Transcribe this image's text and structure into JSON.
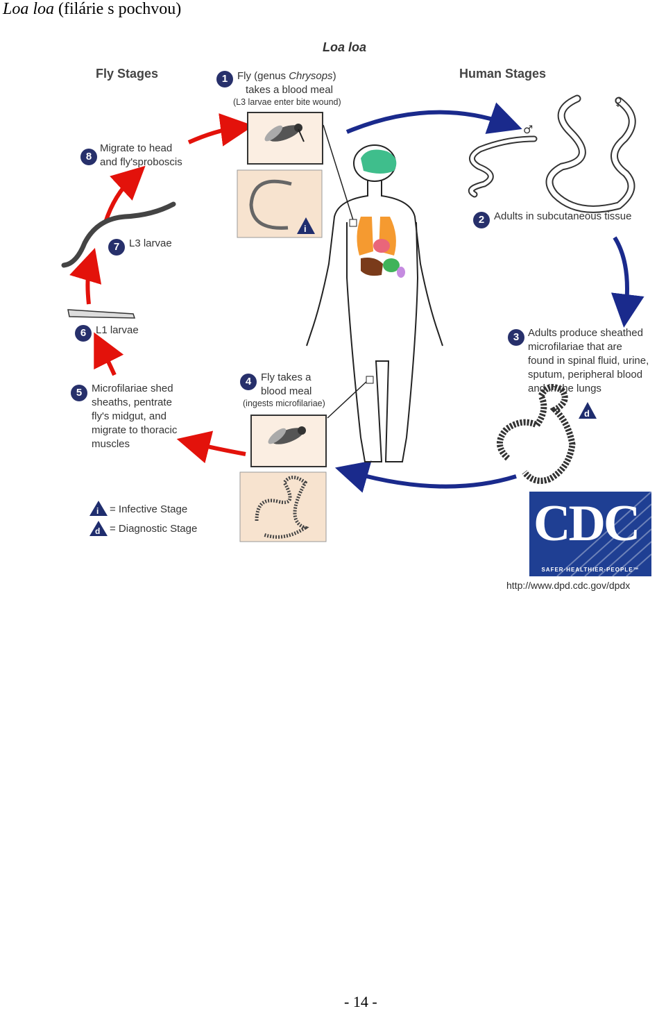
{
  "heading": {
    "italic": "Loa loa",
    "rest": " (filárie s pochvou)"
  },
  "figure": {
    "title": "Loa loa",
    "fly_stages": "Fly Stages",
    "human_stages": "Human Stages",
    "steps": [
      {
        "n": "1",
        "line1a": "Fly (genus ",
        "line1b": "Chrysops",
        "line1c": ")",
        "line2": "takes a blood meal",
        "line3": "(L3 larvae enter bite wound)"
      },
      {
        "n": "2",
        "text": "Adults in subcutaneous tissue"
      },
      {
        "n": "3",
        "lines": [
          "Adults produce sheathed",
          "microfilariae that are",
          "found in spinal fluid, urine,",
          "sputum, peripheral blood",
          "and in the lungs"
        ]
      },
      {
        "n": "4",
        "line1": "Fly takes a",
        "line2": "blood meal",
        "line3": "(ingests microfilariae)"
      },
      {
        "n": "5",
        "lines": [
          "Microfilariae shed",
          "sheaths, pentrate",
          "fly's midgut, and",
          "migrate to thoracic",
          "muscles"
        ]
      },
      {
        "n": "6",
        "text": "L1 larvae"
      },
      {
        "n": "7",
        "text": "L3 larvae"
      },
      {
        "n": "8",
        "lines": [
          "Migrate to head",
          "and fly'sproboscis"
        ]
      }
    ],
    "legend": {
      "infective_letter": "i",
      "infective": "= Infective Stage",
      "diagnostic_letter": "d",
      "diagnostic": "= Diagnostic Stage"
    },
    "logo": {
      "word": "CDC",
      "tagline": "SAFER·HEALTHIER·PEOPLE™"
    },
    "url": "http://www.dpd.cdc.gov/dpdx",
    "colors": {
      "fly_arrow": "#e3120b",
      "human_arrow": "#1a2a8c",
      "badge": "#27306b",
      "panel": "#f7e3cf",
      "cdc_blue": "#1f3f93"
    }
  },
  "page_number": "- 14 -"
}
